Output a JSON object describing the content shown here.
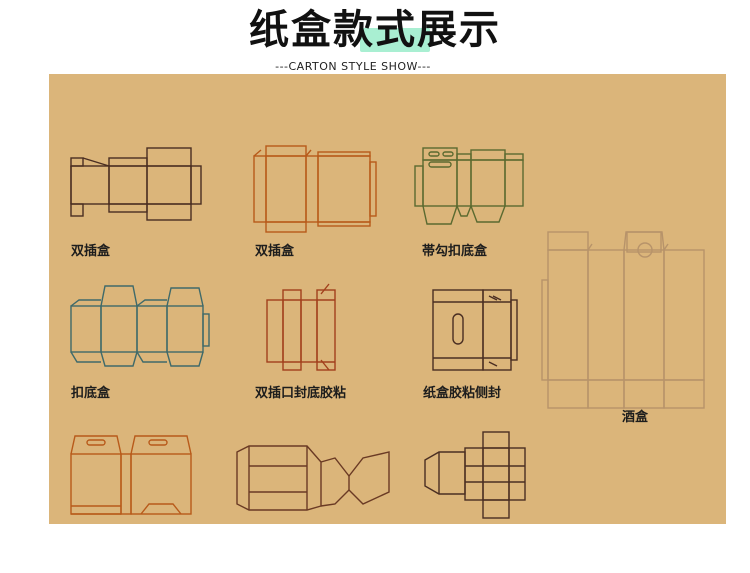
{
  "header": {
    "title": "纸盒款式展示",
    "subtitle": "---CARTON STYLE SHOW---"
  },
  "colors": {
    "panel_bg": "#dbb57a",
    "highlight": "#a9efd2",
    "line_brown": "#4a2e22",
    "line_orange": "#b85a1a",
    "line_olive": "#5b6a30",
    "line_teal": "#3f6a6a",
    "line_tan": "#b7936a"
  },
  "styles": [
    {
      "label": "双插盒"
    },
    {
      "label": "双插盒"
    },
    {
      "label": "帯勾扣底盒"
    },
    {
      "label": "扣底盒"
    },
    {
      "label": "双插口封底胶粘"
    },
    {
      "label": "纸盒胶粘侧封"
    },
    {
      "label": "酒盒"
    }
  ]
}
